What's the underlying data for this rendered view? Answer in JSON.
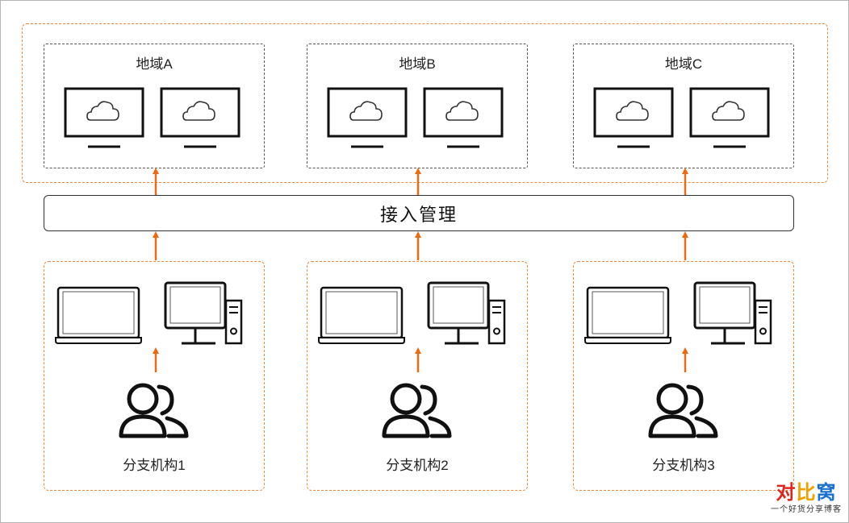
{
  "diagram": {
    "access_layer": "接入管理",
    "regions": [
      {
        "title": "地域A"
      },
      {
        "title": "地域B"
      },
      {
        "title": "地域C"
      }
    ],
    "branches": [
      {
        "label": "分支机构1"
      },
      {
        "label": "分支机构2"
      },
      {
        "label": "分支机构3"
      }
    ],
    "colors": {
      "accent": "#f0883a",
      "arrow": "#ee6a10",
      "line": "#111111"
    }
  },
  "watermark": {
    "title_1": "对",
    "title_2": "比",
    "title_3": "窝",
    "subtitle": "一个好货分享博客"
  }
}
